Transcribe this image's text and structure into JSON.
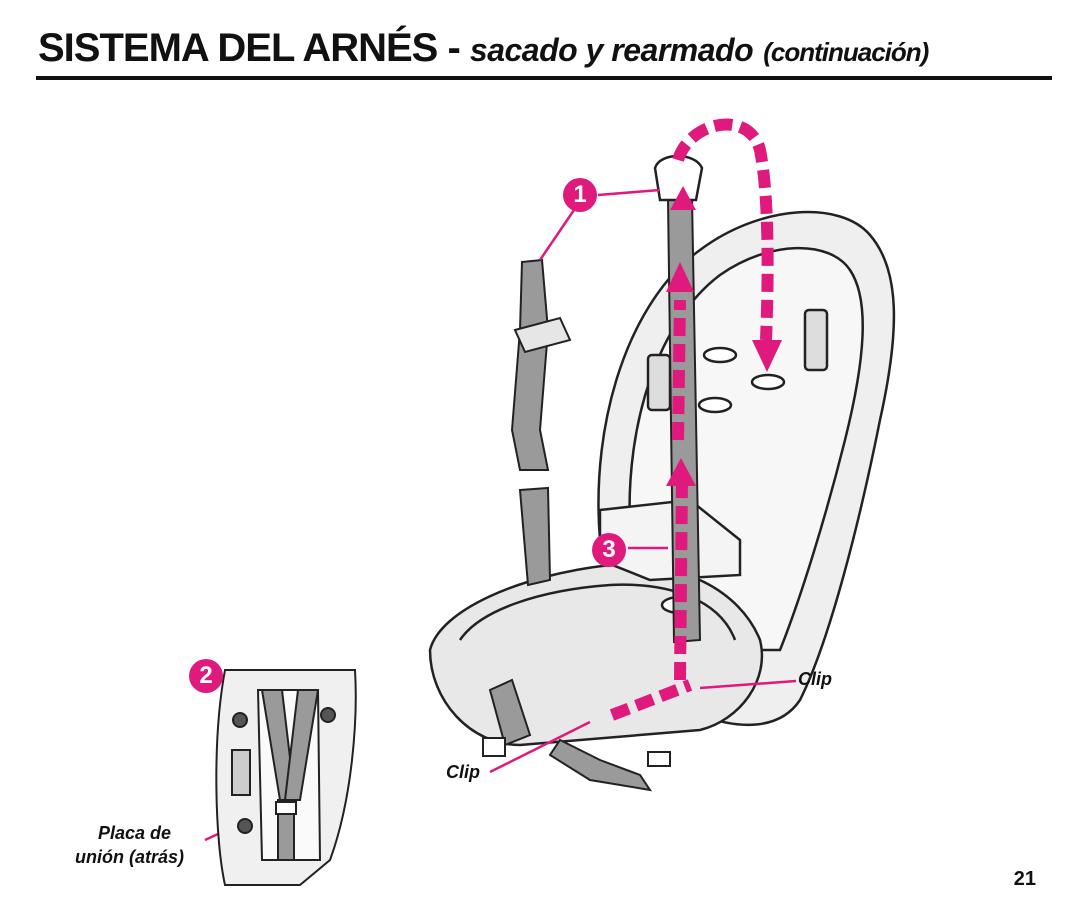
{
  "header": {
    "title_main": "SISTEMA DEL ARNÉS",
    "title_dash": " - ",
    "title_sub": "sacado y rearmado",
    "title_cont": "(continuación)"
  },
  "callouts": {
    "step1": "1",
    "step2": "2",
    "step3": "3"
  },
  "labels": {
    "clip_top": "Clip",
    "clip_bottom": "Clip",
    "placa_line1": "Placa de",
    "placa_line2": "unión (atrás)"
  },
  "footer": {
    "page_number": "21"
  },
  "colors": {
    "accent": "#e0197d",
    "strap": "#9a9a9a",
    "outline": "#222222",
    "seat_fill": "#efefef"
  }
}
